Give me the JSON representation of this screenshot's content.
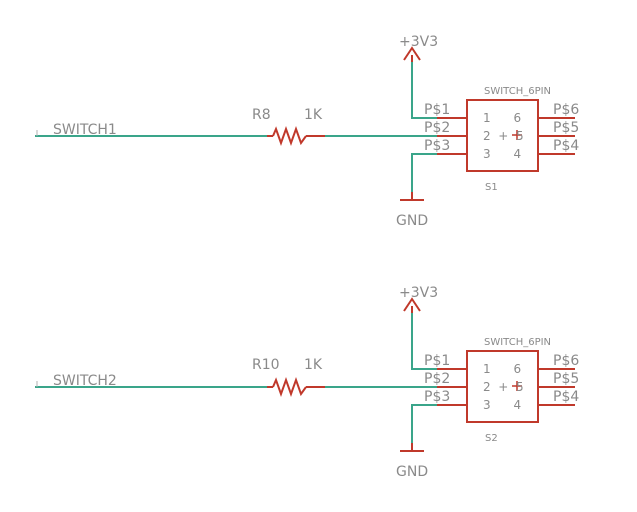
{
  "circuits": [
    {
      "net_label": "SWITCH1",
      "resistor_name": "R8",
      "resistor_value": "1K",
      "power_label": "+3V3",
      "ground_label": "GND",
      "switch_type": "SWITCH_6PIN",
      "switch_name": "S1",
      "left_pins": [
        "P$1",
        "P$2",
        "P$3"
      ],
      "right_pins": [
        "P$6",
        "P$5",
        "P$4"
      ],
      "body_row1": "1      6",
      "body_row2": "2  +  5",
      "body_row3": "3      4"
    },
    {
      "net_label": "SWITCH2",
      "resistor_name": "R10",
      "resistor_value": "1K",
      "power_label": "+3V3",
      "ground_label": "GND",
      "switch_type": "SWITCH_6PIN",
      "switch_name": "S2",
      "left_pins": [
        "P$1",
        "P$2",
        "P$3"
      ],
      "right_pins": [
        "P$6",
        "P$5",
        "P$4"
      ],
      "body_row1": "1      6",
      "body_row2": "2  +  5",
      "body_row3": "3      4"
    }
  ],
  "colors": {
    "net": "#3aa58a",
    "part": "#c0392b",
    "label": "#8a8a8a"
  }
}
